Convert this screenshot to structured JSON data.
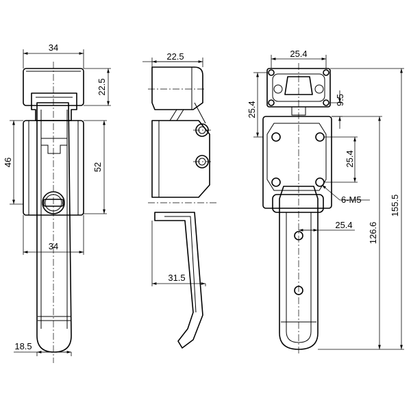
{
  "views": {
    "front": {
      "dims": {
        "top_width": "34",
        "top_height": "22.5",
        "body_height": "46",
        "mount_height": "52",
        "handle_width": "34",
        "handle_tip": "18.5"
      }
    },
    "side": {
      "dims": {
        "top_width": "22.5",
        "handle_offset": "31.5"
      }
    },
    "rear": {
      "dims": {
        "top_width": "25.4",
        "top_height": "25.4",
        "small_gap": "9.5",
        "hole_pitch_v": "25.4",
        "hole_pitch_h": "25.4",
        "thread": "6-M5",
        "length_partial": "126.6",
        "length_total": "155.5"
      }
    }
  }
}
